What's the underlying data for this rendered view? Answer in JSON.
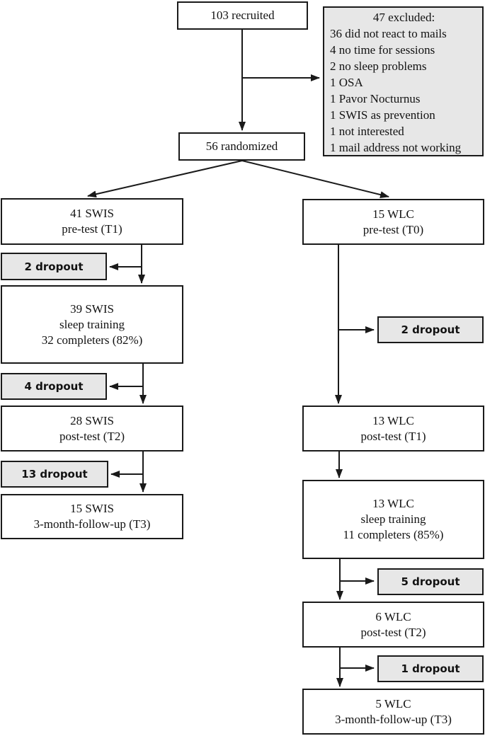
{
  "colors": {
    "page_bg": "#ffffff",
    "box_fill": "#ffffff",
    "dropout_fill": "#e7e7e7",
    "line": "#1a1a1a",
    "text": "#121212"
  },
  "top": {
    "recruited": "103 recruited",
    "randomized": "56 randomized",
    "excluded_title": "47 excluded:",
    "excluded_items": [
      "36 did not react to mails",
      "4 no time for sessions",
      "2 no sleep problems",
      "1 OSA",
      "1 Pavor Nocturnus",
      "1 SWIS as prevention",
      "1 not interested",
      "1 mail address not working"
    ]
  },
  "swis_boxes": [
    {
      "lines": [
        "41 SWIS",
        "pre-test (T1)"
      ]
    },
    {
      "lines": [
        "39 SWIS",
        "sleep training",
        "32 completers (82%)"
      ]
    },
    {
      "lines": [
        "28 SWIS",
        "post-test (T2)"
      ]
    },
    {
      "lines": [
        "15 SWIS",
        "3-month-follow-up (T3)"
      ]
    }
  ],
  "swis_dropouts": [
    "2 dropout",
    "4 dropout",
    "13 dropout"
  ],
  "wlc_boxes": [
    {
      "lines": [
        "15 WLC",
        "pre-test (T0)"
      ]
    },
    {
      "lines": [
        "13 WLC",
        "post-test (T1)"
      ]
    },
    {
      "lines": [
        "13 WLC",
        "sleep training",
        "11 completers (85%)"
      ]
    },
    {
      "lines": [
        "6 WLC",
        "post-test (T2)"
      ]
    },
    {
      "lines": [
        "5 WLC",
        "3-month-follow-up (T3)"
      ]
    }
  ],
  "wlc_dropouts": [
    "2 dropout",
    "5 dropout",
    "1 dropout"
  ]
}
